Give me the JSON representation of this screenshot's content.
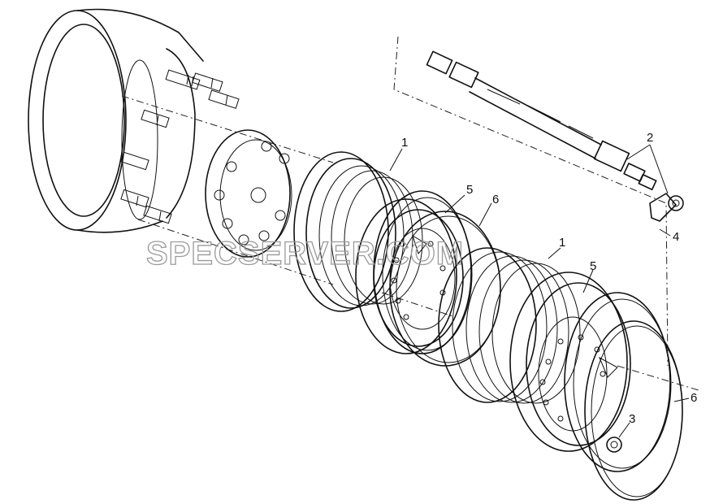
{
  "watermark": "SPECSERVER.COM",
  "callouts": {
    "c1a": "1",
    "c1b": "1",
    "c2": "2",
    "c3": "3",
    "c4": "4",
    "c5a": "5",
    "c5b": "5",
    "c6a": "6",
    "c6b": "6"
  }
}
